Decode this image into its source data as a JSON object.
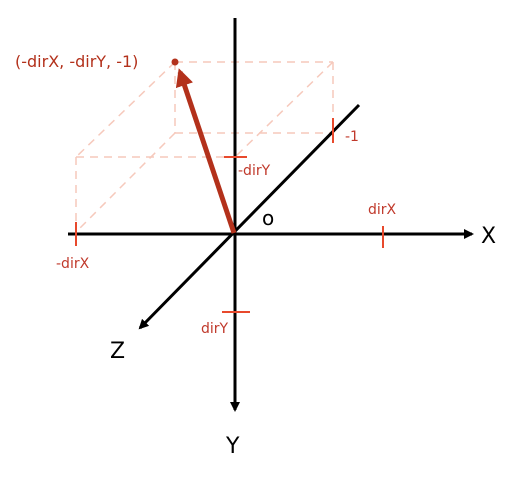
{
  "colors": {
    "axis": "#000000",
    "marker": "#e8492c",
    "vector": "#b3311b",
    "dashed": "#f6c9bc",
    "label_small": "#c0392b"
  },
  "labels": {
    "point": "(-dirX, -dirY, -1)",
    "origin": "o",
    "x_axis": "X",
    "y_axis": "Y",
    "z_axis": "Z",
    "dirX_pos": "dirX",
    "dirX_neg": "-dirX",
    "dirY_pos": "dirY",
    "dirY_neg": "-dirY",
    "z_neg_one": "-1"
  }
}
